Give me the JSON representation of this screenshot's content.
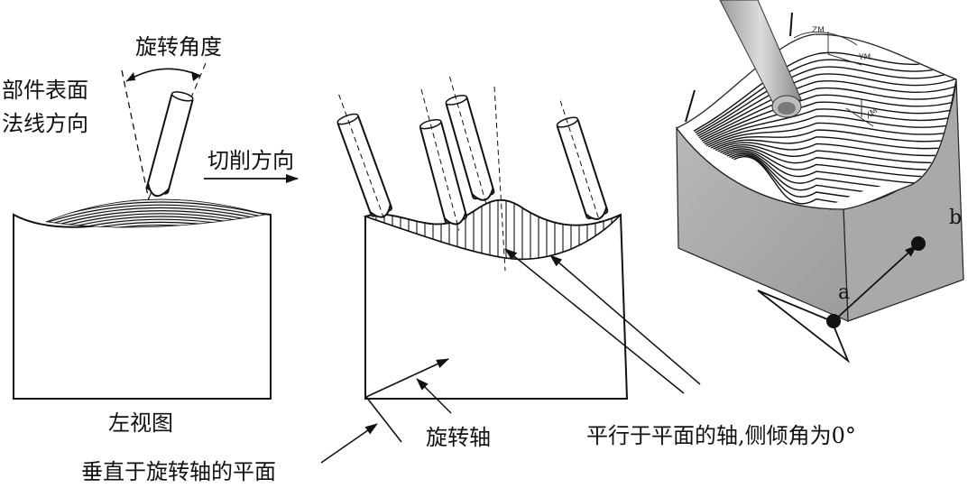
{
  "left_view": {
    "rotation_angle_label": "旋转角度",
    "normal_label_line1": "部件表面",
    "normal_label_line2": "法线方向",
    "cut_direction_label": "切削方向",
    "caption": "左视图"
  },
  "middle_view": {
    "rotation_axis_label": "旋转轴",
    "parallel_axis_label": "平行于平面的轴,侧倾角为0°",
    "perpendicular_plane_label": "垂直于旋转轴的平面"
  },
  "right_view": {
    "axis_zm": "ZM",
    "axis_ym": "YM",
    "axis_xm": "XM",
    "point_a": "a",
    "point_b": "b"
  }
}
